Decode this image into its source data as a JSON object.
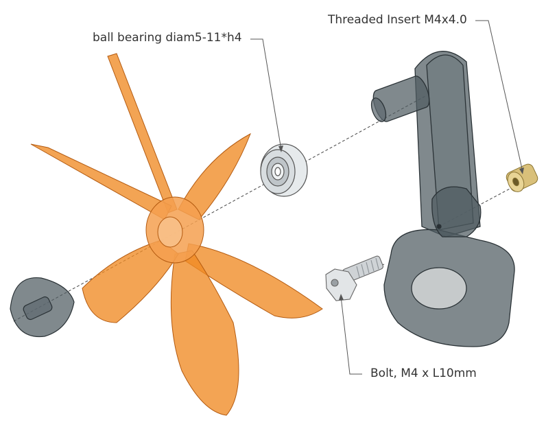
{
  "callouts": {
    "bearing": "ball bearing diam5-11*h4",
    "insert": "Threaded Insert M4x4.0",
    "bolt": "Bolt, M4 x L10mm"
  },
  "colors": {
    "propeller": "#f08a24",
    "propeller_edge": "#b35a10",
    "housing": "#4f5b61",
    "housing_edge": "#2a3236",
    "brass": "#d9c07a",
    "bearing": "#d8dde0",
    "bolt": "#c9cdd0"
  }
}
